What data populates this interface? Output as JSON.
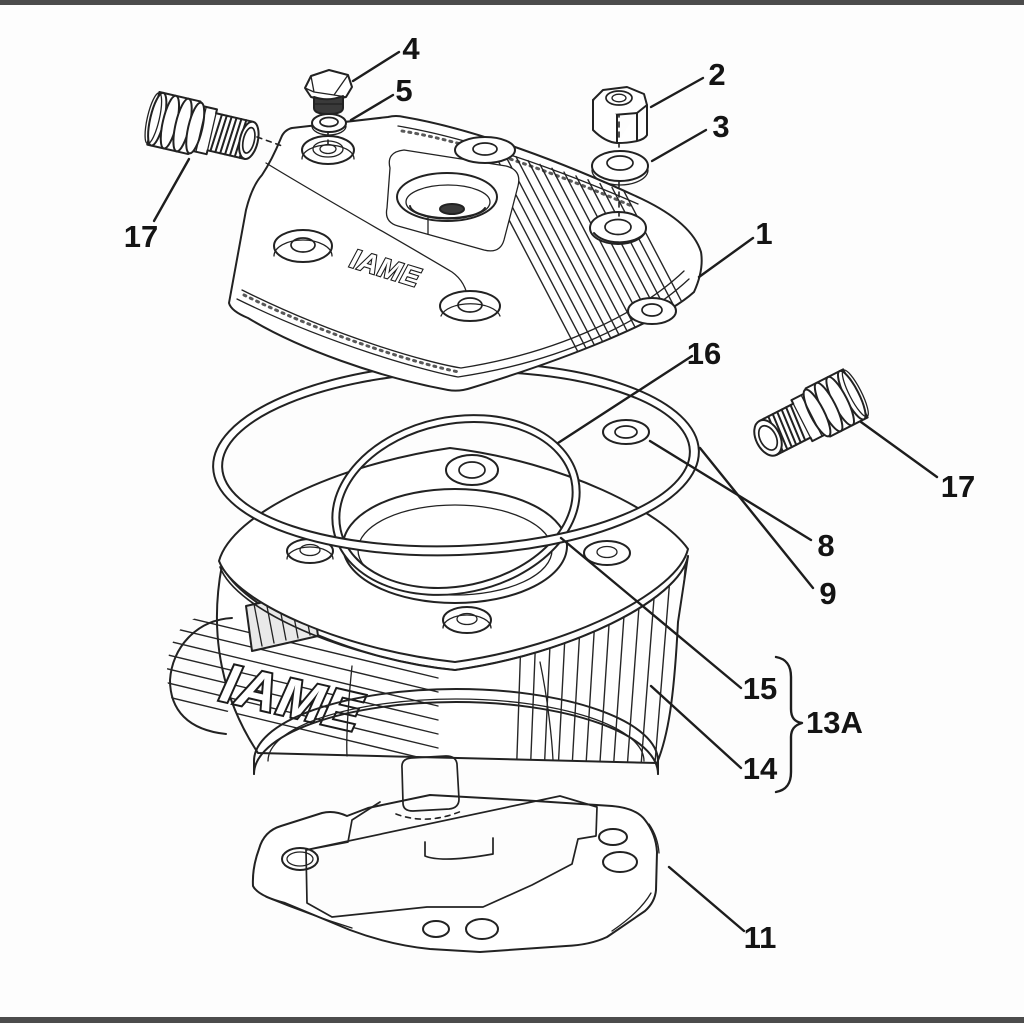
{
  "diagram": {
    "cover_logo": "IAME",
    "cylinder_logo": "IAME",
    "callouts": {
      "n1": "1",
      "n2": "2",
      "n3": "3",
      "n4": "4",
      "n5": "5",
      "n8": "8",
      "n9": "9",
      "n11": "11",
      "n13a": "13A",
      "n14": "14",
      "n15": "15",
      "n16": "16",
      "n17_left": "17",
      "n17_right": "17"
    }
  }
}
